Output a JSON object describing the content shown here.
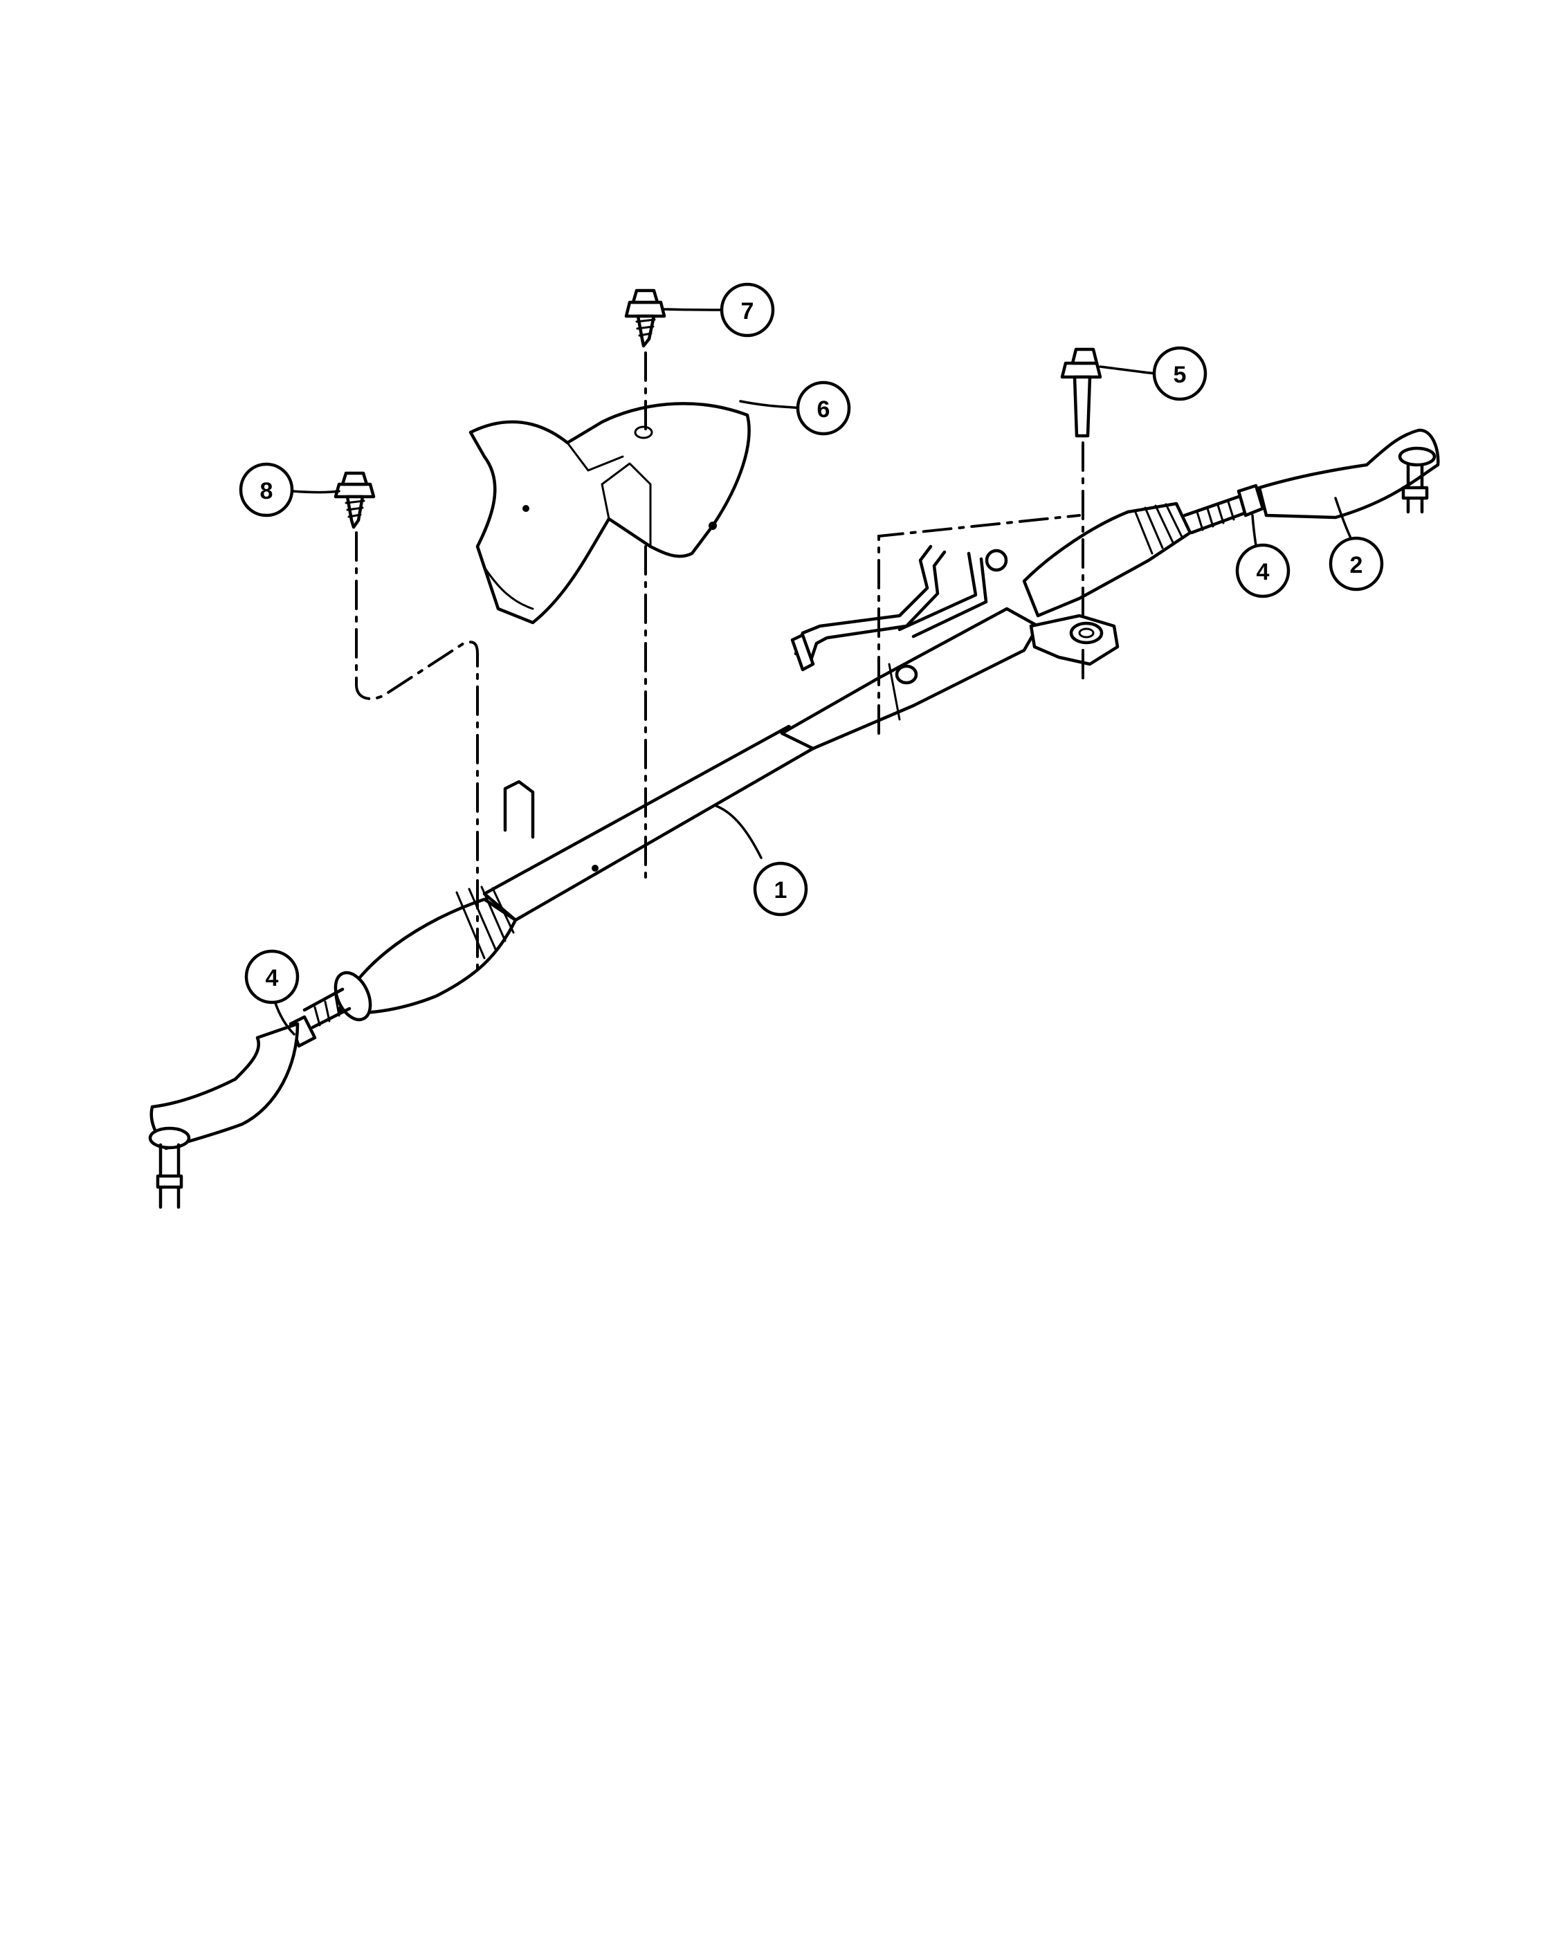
{
  "callouts": {
    "c1": "1",
    "c2": "2",
    "c4_left": "4",
    "c4_right": "4",
    "c5": "5",
    "c6": "6",
    "c7": "7",
    "c8": "8"
  }
}
